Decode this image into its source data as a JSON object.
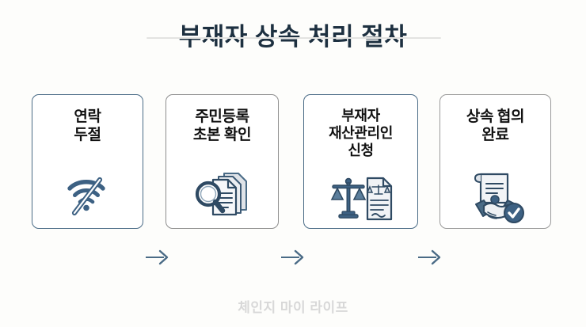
{
  "header": {
    "title": "부재자 상속 처리 절차",
    "title_color": "#1d3040",
    "rule_color": "#e3e3e1"
  },
  "flow": {
    "accent_color": "#3d6183",
    "steps": [
      {
        "index": "1",
        "label": "연락\n두절",
        "icon": "wifi-off-icon",
        "border_color": "#4a6b86"
      },
      {
        "index": "2",
        "label": "주민등록\n초본 확인",
        "icon": "document-search-icon",
        "border_color": "#8e8e8e"
      },
      {
        "index": "3",
        "label": "부재자\n재산관리인\n신청",
        "icon": "legal-scales-document-icon",
        "border_color": "#4a6b86"
      },
      {
        "index": "4",
        "label": "상속 협의\n완료",
        "icon": "handshake-agreement-icon",
        "border_color": "#9a9a9a"
      }
    ],
    "arrows": [
      {
        "name": "arrow-step1-to-step2"
      },
      {
        "name": "arrow-step2-to-step3"
      },
      {
        "name": "arrow-step3-to-step4"
      }
    ]
  },
  "footer": {
    "watermark": "체인지 마이 라이프",
    "watermark_color": "#d8d8d8"
  }
}
